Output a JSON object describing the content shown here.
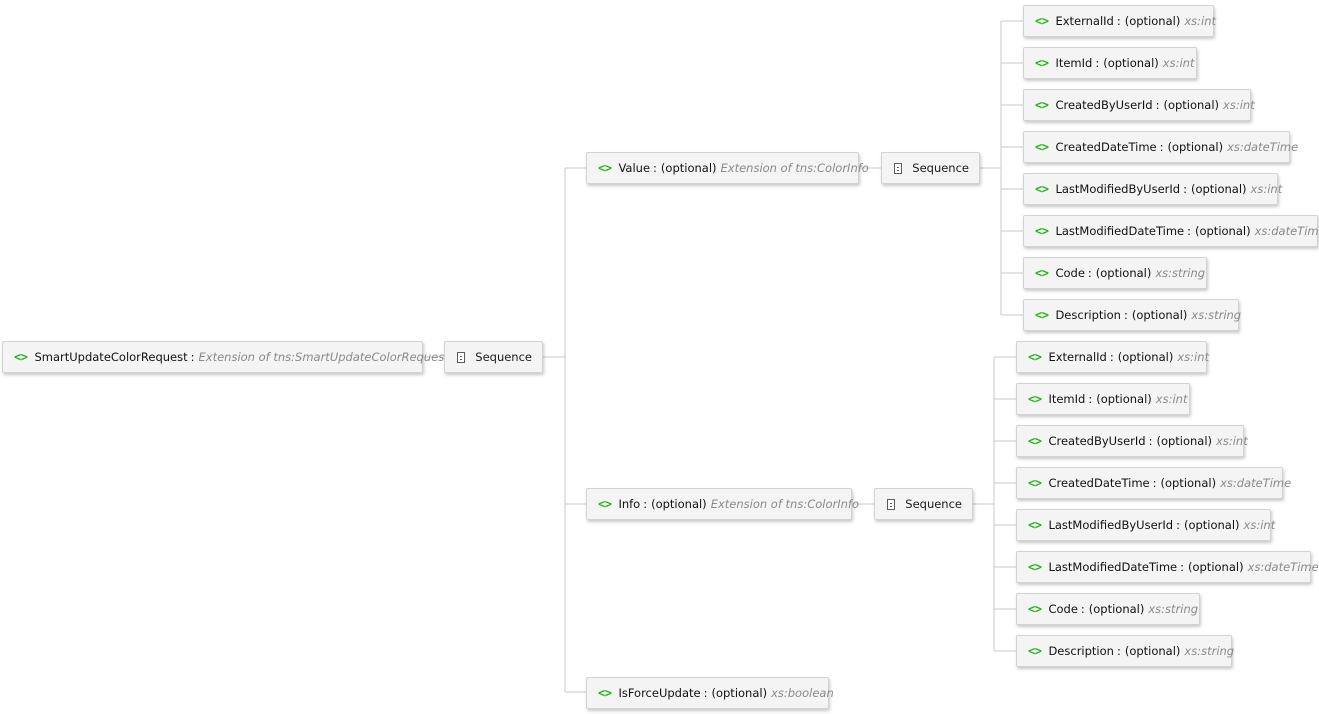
{
  "root": {
    "name": "SmartUpdateColorRequest",
    "sep": ":",
    "type": "Extension of tns:SmartUpdateColorRequest"
  },
  "icons": {
    "element": "element-icon",
    "element_glyph": "<>",
    "sequence": "sequence-icon"
  },
  "colors": {
    "element_icon": "#1fb515",
    "type_text": "#8a8a8a",
    "connector": "#c8c8c8"
  },
  "root_sequence": {
    "label": "Sequence"
  },
  "children": [
    {
      "name": "Value",
      "sep": ":",
      "optional": "(optional)",
      "type": "Extension of tns:ColorInfo",
      "sequence": {
        "label": "Sequence"
      },
      "fields": [
        {
          "name": "ExternalId",
          "sep": ":",
          "optional": "(optional)",
          "type": "xs:int"
        },
        {
          "name": "ItemId",
          "sep": ":",
          "optional": "(optional)",
          "type": "xs:int"
        },
        {
          "name": "CreatedByUserId",
          "sep": ":",
          "optional": "(optional)",
          "type": "xs:int"
        },
        {
          "name": "CreatedDateTime",
          "sep": ":",
          "optional": "(optional)",
          "type": "xs:dateTime"
        },
        {
          "name": "LastModifiedByUserId",
          "sep": ":",
          "optional": "(optional)",
          "type": "xs:int"
        },
        {
          "name": "LastModifiedDateTime",
          "sep": ":",
          "optional": "(optional)",
          "type": "xs:dateTime"
        },
        {
          "name": "Code",
          "sep": ":",
          "optional": "(optional)",
          "type": "xs:string"
        },
        {
          "name": "Description",
          "sep": ":",
          "optional": "(optional)",
          "type": "xs:string"
        }
      ]
    },
    {
      "name": "Info",
      "sep": ":",
      "optional": "(optional)",
      "type": "Extension of tns:ColorInfo",
      "sequence": {
        "label": "Sequence"
      },
      "fields": [
        {
          "name": "ExternalId",
          "sep": ":",
          "optional": "(optional)",
          "type": "xs:int"
        },
        {
          "name": "ItemId",
          "sep": ":",
          "optional": "(optional)",
          "type": "xs:int"
        },
        {
          "name": "CreatedByUserId",
          "sep": ":",
          "optional": "(optional)",
          "type": "xs:int"
        },
        {
          "name": "CreatedDateTime",
          "sep": ":",
          "optional": "(optional)",
          "type": "xs:dateTime"
        },
        {
          "name": "LastModifiedByUserId",
          "sep": ":",
          "optional": "(optional)",
          "type": "xs:int"
        },
        {
          "name": "LastModifiedDateTime",
          "sep": ":",
          "optional": "(optional)",
          "type": "xs:dateTime"
        },
        {
          "name": "Code",
          "sep": ":",
          "optional": "(optional)",
          "type": "xs:string"
        },
        {
          "name": "Description",
          "sep": ":",
          "optional": "(optional)",
          "type": "xs:string"
        }
      ]
    },
    {
      "name": "IsForceUpdate",
      "sep": ":",
      "optional": "(optional)",
      "type": "xs:boolean"
    }
  ]
}
